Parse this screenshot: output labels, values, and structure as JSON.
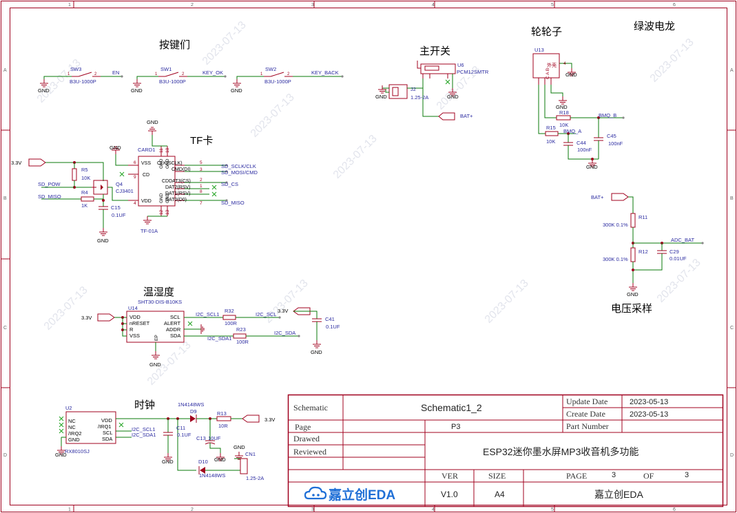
{
  "border": {
    "col_labels": [
      "1",
      "2",
      "3",
      "4",
      "5",
      "6"
    ],
    "row_labels": [
      "A",
      "B",
      "C",
      "D"
    ]
  },
  "watermark": "2023-07-13",
  "sections": {
    "buttons": "按键们",
    "main_switch": "主开关",
    "wheel": "轮轮子",
    "encoder": "绿波电龙",
    "tf_card": "TF卡",
    "temp_humidity": "温湿度",
    "clock": "时钟",
    "voltage_sampling": "电压采样"
  },
  "switches": [
    {
      "ref": "SW3",
      "part": "B3U-1000P",
      "net": "EN",
      "gnd": "GND",
      "pin1": "1",
      "pin2": "2"
    },
    {
      "ref": "SW1",
      "part": "B3U-1000P",
      "net": "KEY_OK",
      "gnd": "GND",
      "pin1": "1",
      "pin2": "2"
    },
    {
      "ref": "SW2",
      "part": "B3U-1000P",
      "net": "KEY_BACK",
      "gnd": "GND",
      "pin1": "1",
      "pin2": "2"
    }
  ],
  "main_switch": {
    "u6_ref": "U6",
    "u6_part": "PCM12SMTR",
    "j2_ref": "J2",
    "j2_part": "1.25-2A",
    "gnd1": "GND",
    "gnd2": "GND",
    "net": "BAT+"
  },
  "wheel": {
    "ref": "U13",
    "body_label": "外壳",
    "pins": "C A B",
    "pin4": "4",
    "r18": "R18",
    "r18_val": "10K",
    "r15": "R15",
    "r15_val": "10K",
    "c44": "C44",
    "c44_val": "100nF",
    "c45": "C45",
    "c45_val": "100nF",
    "net_b": "BMQ_B",
    "net_a": "BMQ_A",
    "gnd1": "GND",
    "gnd2": "GND",
    "gnd3": "GND"
  },
  "tf": {
    "ref": "CARD1",
    "part": "TF-01A",
    "gnd_top": "GND",
    "gnd_left": "GND",
    "pins_left": [
      "VSS",
      "CD",
      "VDD"
    ],
    "pins_left_num": [
      "6",
      "9",
      "4"
    ],
    "pins_right": [
      "CLK(SCLK)",
      "CMD(DI)",
      "CDDAT3(CS)",
      "DAT2(RSV)",
      "DAT1(RSV)",
      "DAT0(D0)"
    ],
    "pins_right_num": [
      "5",
      "3",
      "2",
      "1",
      "8",
      "7"
    ],
    "gnd_pins": [
      "GND",
      "GND"
    ],
    "nets_right": [
      "SD_SCLK/CLK",
      "SD_MOSI/CMD",
      "SD_CS",
      "SD_MISO"
    ],
    "power": "3.3V",
    "net_pow": "SD_POW",
    "net_miso": "SD_MISO",
    "r5": "R5",
    "r5_val": "10K",
    "r4": "R4",
    "r4_val": "1K",
    "q4": "Q4",
    "q4_part": "CJ3401",
    "c15": "C15",
    "c15_val": "0.1UF",
    "gnd_c15": "GND",
    "num_top": [
      "11",
      "10"
    ],
    "num_bot": [
      "12",
      "13"
    ]
  },
  "sht": {
    "ref": "U14",
    "part": "SHT30-DIS-B10KS",
    "pins_left": [
      "VDD",
      "nRESET",
      "R",
      "VSS"
    ],
    "pins_right": [
      "SCL",
      "ALERT",
      "ADDR",
      "SDA"
    ],
    "ep": "EP",
    "power": "3.3V",
    "power2": "3.3V",
    "r32": "R32",
    "r32_val": "100R",
    "r23": "R23",
    "r23_val": "100R",
    "net_scl1": "I2C_SCL1",
    "net_scl": "I2C_SCL",
    "net_sda1": "I2C_SDA1",
    "net_sda": "I2C_SDA",
    "c41": "C41",
    "c41_val": "0.1UF",
    "gnd": "GND",
    "gnd2": "GND"
  },
  "rtc": {
    "ref": "U2",
    "part": "RX8010SJ",
    "pins_left": [
      "NC",
      "NC",
      "/IRQ2",
      "GND"
    ],
    "pins_right": [
      "VDD",
      "/IRQ1",
      "SCL",
      "SDA"
    ],
    "net_scl": "I2C_SCL1",
    "net_sda": "I2C_SDA1",
    "d9": "D9",
    "d9_part": "1N4148WS",
    "d10": "D10",
    "d10_part": "1N4148WS",
    "r13": "R13",
    "r13_val": "10R",
    "c11": "C11",
    "c11_val": "0.1UF",
    "c13": "C13",
    "c13_val": "10UF",
    "cn1": "CN1",
    "cn1_part": "1.25-2A",
    "power": "3.3V",
    "gnd1": "GND",
    "gnd2": "GND",
    "gnd3": "GND",
    "gnd4": "GND"
  },
  "vsample": {
    "net_in": "BAT+",
    "r11": "R11",
    "r11_val": "300K 0.1%",
    "r12": "R12",
    "r12_val": "300K 0.1%",
    "c29": "C29",
    "c29_val": "0.01UF",
    "net_out": "ADC_BAT",
    "gnd": "GND"
  },
  "title_block": {
    "schematic_label": "Schematic",
    "schematic_value": "Schematic1_2",
    "page_label": "Page",
    "page_value": "P3",
    "drawed_label": "Drawed",
    "reviewed_label": "Reviewed",
    "update_label": "Update Date",
    "update_value": "2023-05-13",
    "create_label": "Create Date",
    "create_value": "2023-05-13",
    "part_label": "Part Number",
    "project": "ESP32迷你墨水屏MP3收音机多功能",
    "ver_label": "VER",
    "size_label": "SIZE",
    "page2_label": "PAGE",
    "of_label": "OF",
    "ver_value": "V1.0",
    "size_value": "A4",
    "page_num": "3",
    "page_total": "3",
    "logo_text": "嘉立创EDA",
    "company": "嘉立创EDA"
  },
  "colors": {
    "wire": "#0a7a0a",
    "part": "#a0001e",
    "text": "#2a2aa0",
    "net": "#2a2aa0",
    "frame": "#a0001e"
  }
}
